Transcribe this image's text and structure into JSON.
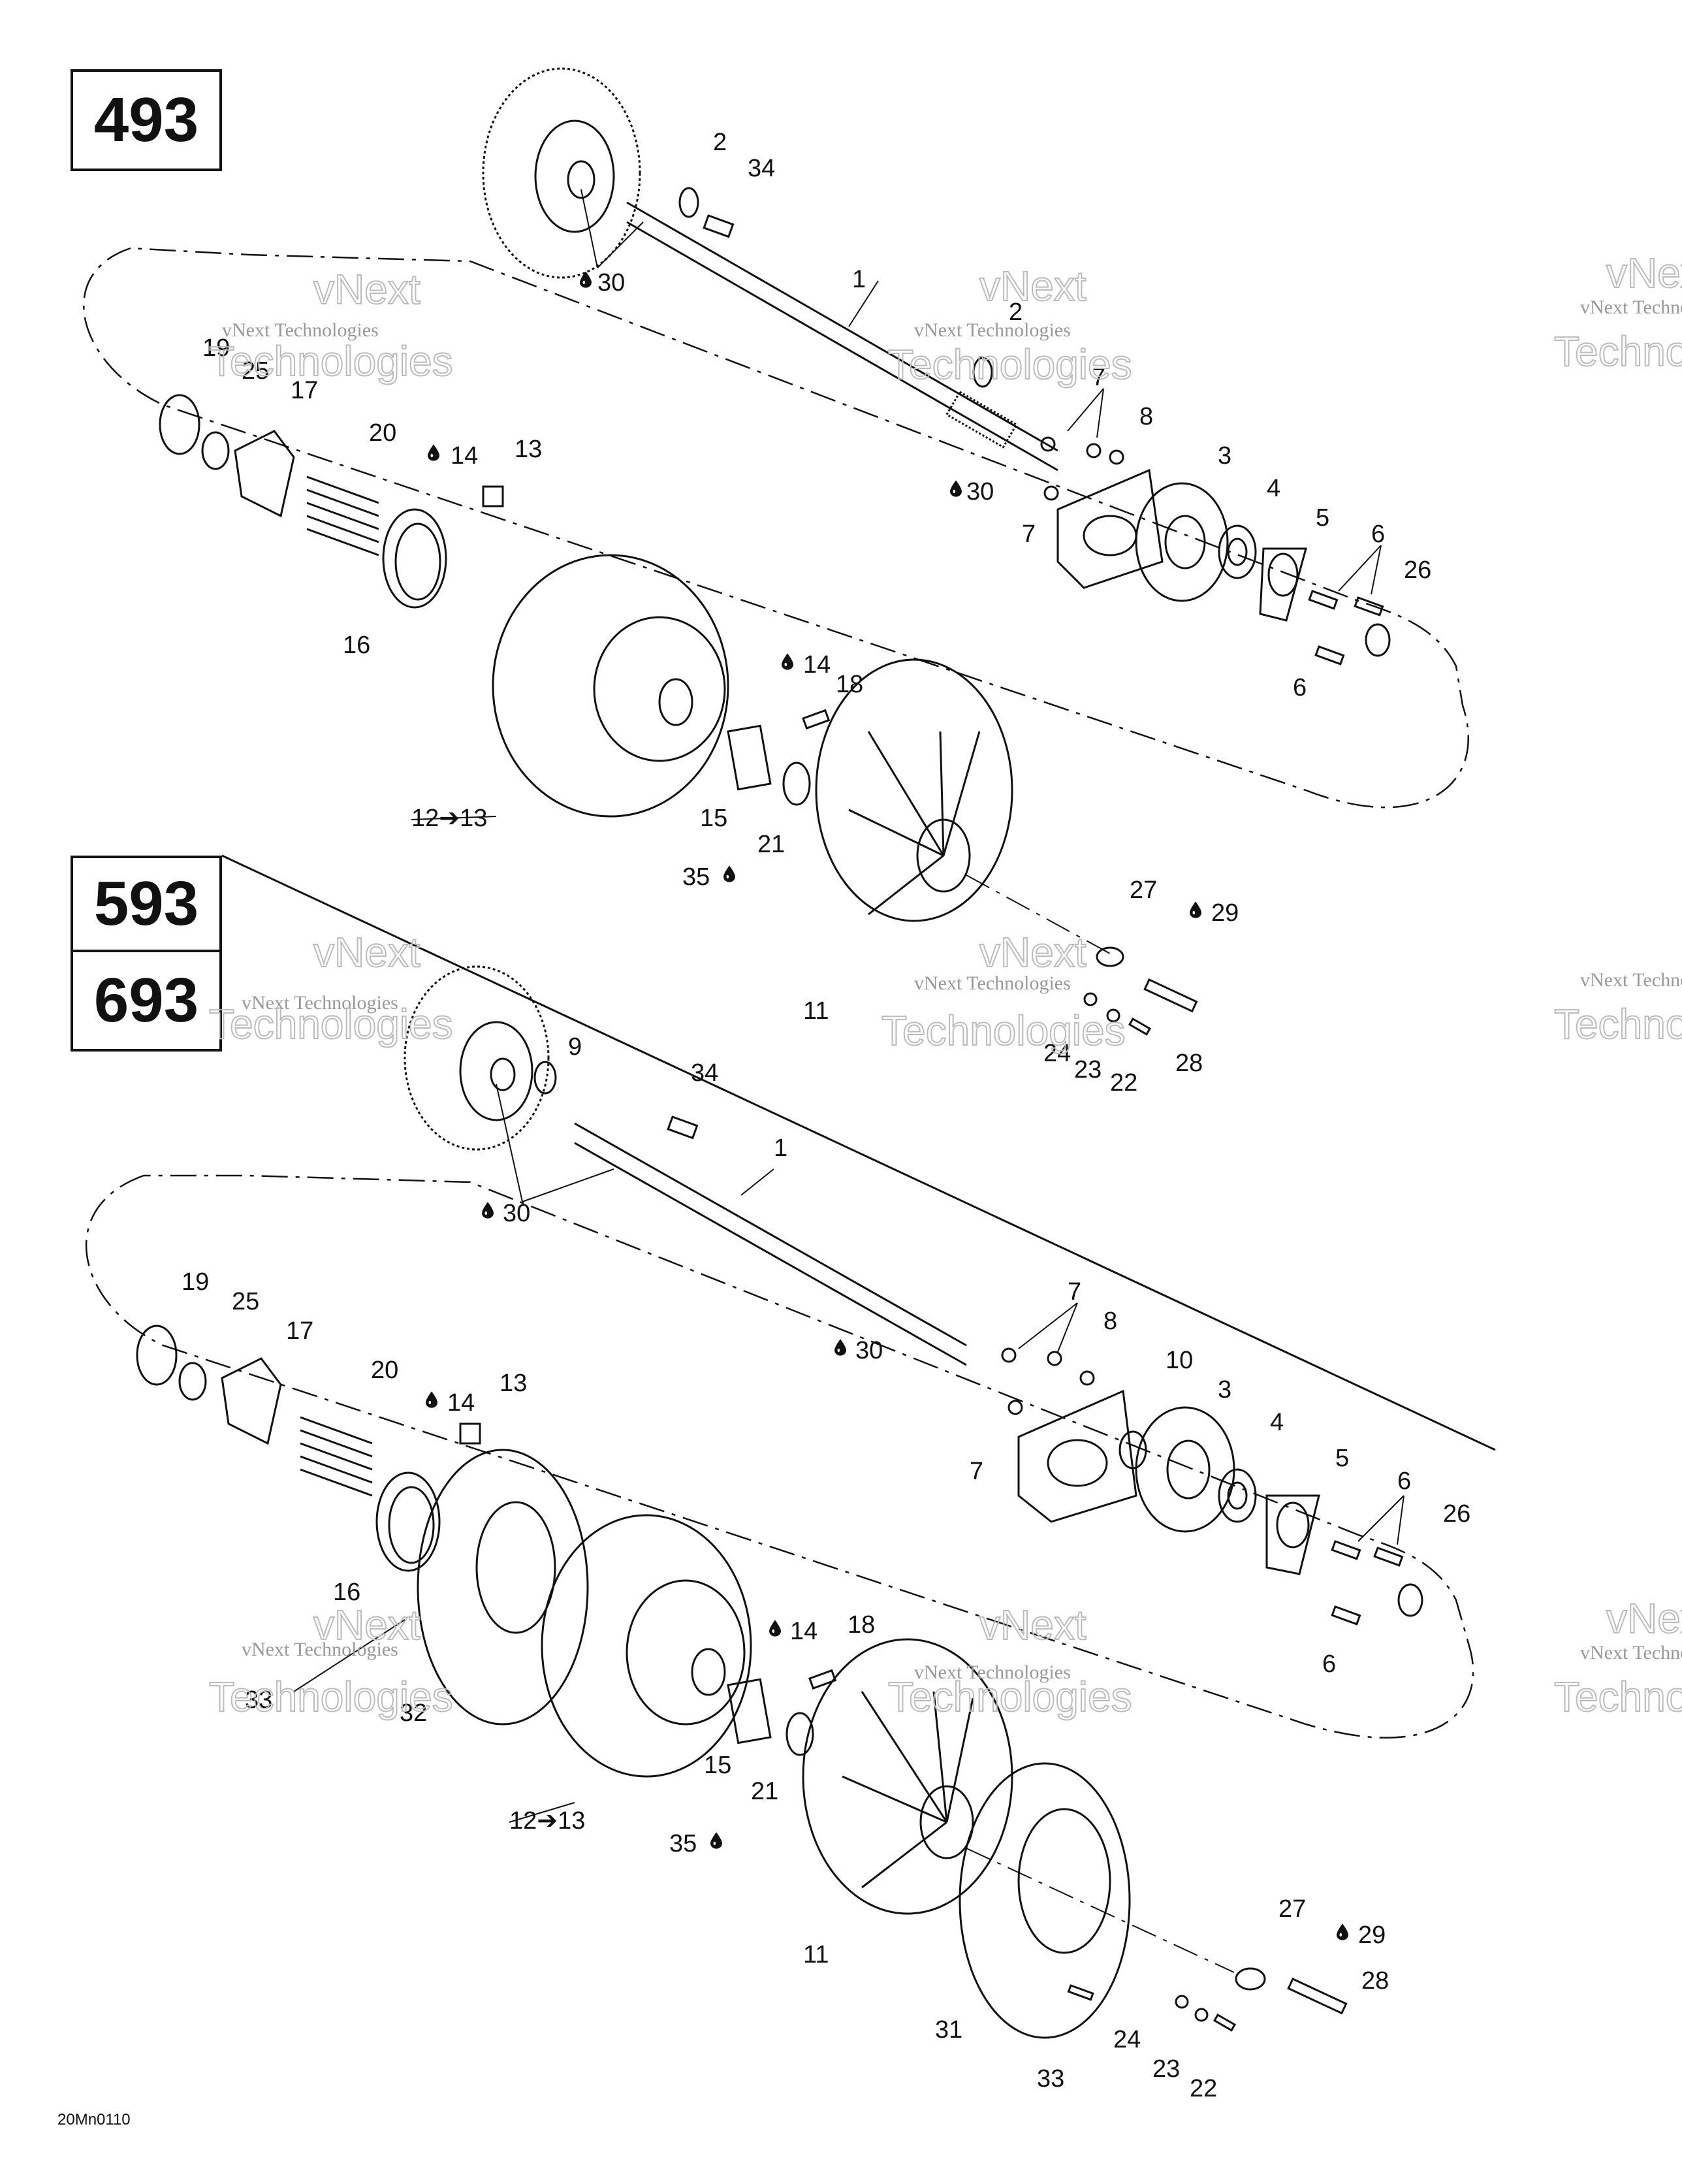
{
  "models": {
    "upper": "493",
    "lower_a": "593",
    "lower_b": "693"
  },
  "reference_code": "20Mn0110",
  "watermark": {
    "line1": "vNext",
    "line2": "vNext Technologies",
    "line3": "Technologies"
  },
  "colors": {
    "ink": "#111111",
    "background": "#ffffff",
    "watermark": "#999999"
  },
  "upper_callouts": {
    "c1": "1",
    "c2a": "2",
    "c2b": "2",
    "c3": "3",
    "c4": "4",
    "c5": "5",
    "c6a": "6",
    "c6b": "6",
    "c7a": "7",
    "c7b": "7",
    "c8": "8",
    "c11": "11",
    "c12": "12➔13",
    "c13": "13",
    "c14a": "14",
    "c14b": "14",
    "c15": "15",
    "c16": "16",
    "c17": "17",
    "c18": "18",
    "c19": "19",
    "c20": "20",
    "c21": "21",
    "c22": "22",
    "c23": "23",
    "c24": "24",
    "c25": "25",
    "c26": "26",
    "c27": "27",
    "c28": "28",
    "c29": "29",
    "c30a": "30",
    "c30b": "30",
    "c34": "34",
    "c35": "35"
  },
  "lower_callouts": {
    "c1": "1",
    "c3": "3",
    "c4": "4",
    "c5": "5",
    "c6a": "6",
    "c6b": "6",
    "c7a": "7",
    "c7b": "7",
    "c8": "8",
    "c9": "9",
    "c10": "10",
    "c11": "11",
    "c12": "12➔13",
    "c13": "13",
    "c14a": "14",
    "c14b": "14",
    "c15": "15",
    "c16": "16",
    "c17": "17",
    "c18": "18",
    "c19": "19",
    "c20": "20",
    "c21": "21",
    "c22": "22",
    "c23": "23",
    "c24": "24",
    "c25": "25",
    "c26": "26",
    "c27": "27",
    "c28": "28",
    "c29": "29",
    "c30a": "30",
    "c30b": "30",
    "c31": "31",
    "c32": "32",
    "c33a": "33",
    "c33b": "33",
    "c34": "34",
    "c35": "35"
  },
  "symbols": {
    "drop_icon": "lubricant-drop-icon",
    "arrow_icon": "arrow-right-icon"
  }
}
